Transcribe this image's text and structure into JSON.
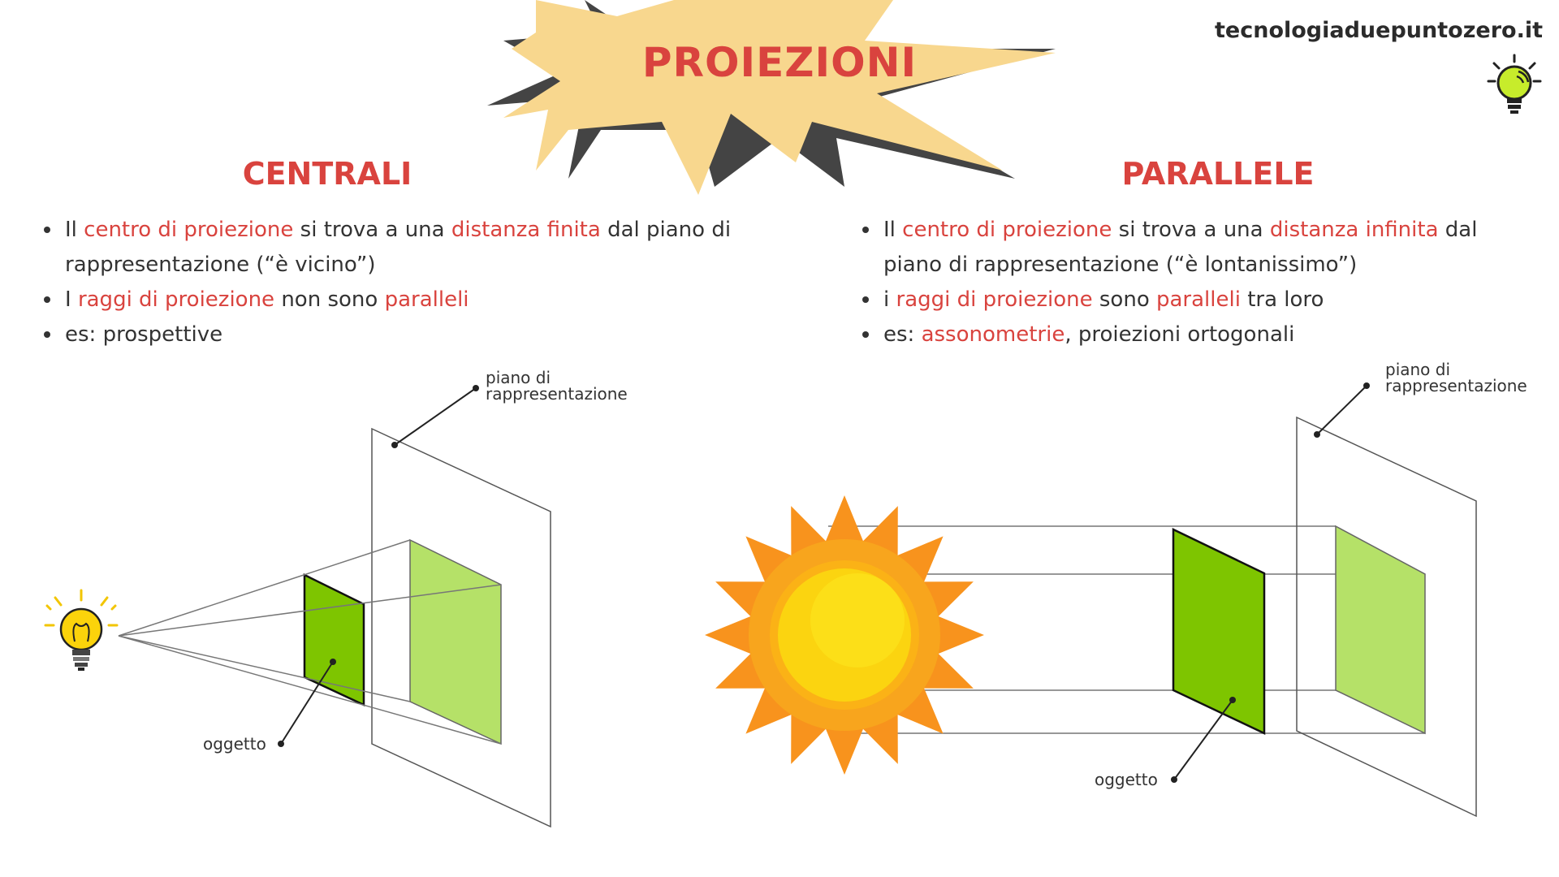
{
  "title": "PROIEZIONI",
  "site": "tecnologiaduepuntozero.it",
  "colors": {
    "accent": "#d9433e",
    "star_fill": "#f8d78e",
    "star_shadow": "#444444",
    "object_green": "#7ec500",
    "projection_green": "#b5e168"
  },
  "sections": {
    "centrali": {
      "heading": "CENTRALI",
      "b1": {
        "t1": "Il ",
        "h1": "centro di proiezione",
        "t2": " si trova  a una ",
        "h2": "distanza finita",
        "t3": " dal piano di rappresentazione (“è vicino”)"
      },
      "b2": {
        "t1": "I ",
        "h1": "raggi di proiezione",
        "t2": " non sono ",
        "h2": "paralleli"
      },
      "b3": {
        "t1": "es: prospettive"
      },
      "label_piano": "piano di rappresentazione",
      "label_oggetto": "oggetto",
      "icon": "lightbulb-icon"
    },
    "parallele": {
      "heading": "PARALLELE",
      "b1": {
        "t1": "Il ",
        "h1": "centro di proiezione",
        "t2": " si trova  a una ",
        "h2": "distanza infinita",
        "t3": " dal piano di rappresentazione (“è lontanissimo”)"
      },
      "b2": {
        "t1": "i ",
        "h1": "raggi di proiezione",
        "t2": " sono ",
        "h2": "paralleli",
        "t3": " tra loro"
      },
      "b3": {
        "t1": "es: ",
        "h1": "assonometrie",
        "t2": ", proiezioni ortogonali"
      },
      "label_piano": "piano di rappresentazione",
      "label_oggetto": "oggetto",
      "icon": "sun-icon"
    }
  }
}
